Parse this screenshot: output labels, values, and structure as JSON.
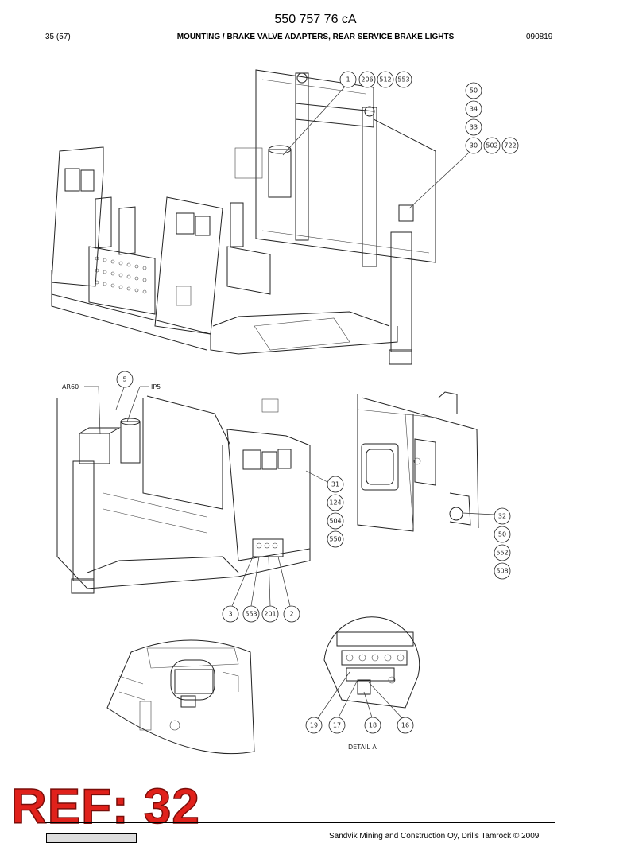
{
  "header": {
    "doc_number": "550 757 76 cA",
    "page": "35 (57)",
    "title": "MOUNTING / BRAKE VALVE ADAPTERS, REAR SERVICE BRAKE LIGHTS",
    "date_code": "090819"
  },
  "figure1": {
    "callouts_top": [
      "1",
      "206",
      "512",
      "553"
    ],
    "callouts_right": [
      "50",
      "34",
      "33",
      "30",
      "502",
      "722"
    ]
  },
  "figure2": {
    "label_ar60": "AR60",
    "label_ip5": "IP5",
    "callout_5": "5",
    "callouts_right": [
      "31",
      "124",
      "504",
      "550"
    ],
    "callouts_bottom": [
      "3",
      "553",
      "201",
      "2"
    ]
  },
  "figure3": {
    "callouts_right": [
      "32",
      "50",
      "552",
      "508"
    ]
  },
  "detail": {
    "callouts": [
      "19",
      "17",
      "18",
      "16"
    ],
    "label": "DETAIL A"
  },
  "stamp": {
    "text": "REF: 32"
  },
  "footer": {
    "text": "Sandvik Mining and Construction Oy, Drills Tamrock © 2009"
  }
}
